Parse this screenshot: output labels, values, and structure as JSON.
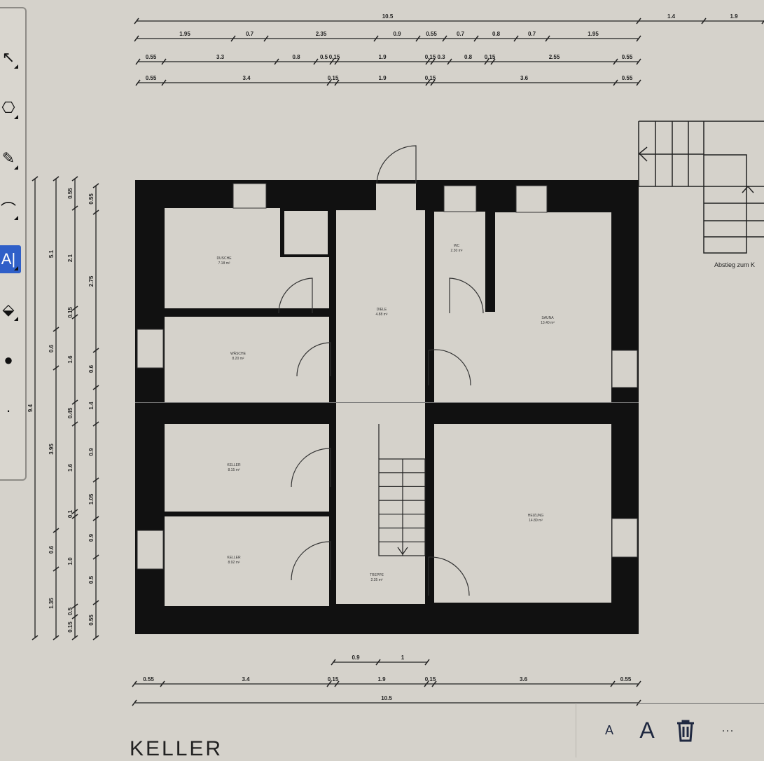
{
  "drawing": {
    "floor_title": "KELLER",
    "rooms": [
      {
        "name": "DUSCHE",
        "area": "7.18 m²"
      },
      {
        "name": "WÄSCHE",
        "area": "8.20 m²"
      },
      {
        "name": "DIELE",
        "area": "4.88 m²"
      },
      {
        "name": "WC",
        "area": "2.30 m²"
      },
      {
        "name": "SAUNA",
        "area": "13.40 m²"
      },
      {
        "name": "KELLER",
        "area": "8.15 m²"
      },
      {
        "name": "KELLER",
        "area": "8.92 m²"
      },
      {
        "name": "TREPPE",
        "area": "2.35 m²"
      },
      {
        "name": "HEIZUNG",
        "area": "14.80 m²"
      }
    ],
    "stair_note": "Abstieg zum K",
    "dimensions_top": [
      [
        "10.5",
        "1.4",
        "1.9"
      ],
      [
        "1.95",
        "0.7",
        "2.35",
        "0.9",
        "0.55",
        "0.7",
        "0.8",
        "0.7",
        "1.95"
      ],
      [
        "0.55",
        "3.3",
        "0.8",
        "0.5",
        "0.15",
        "1.9",
        "0.15",
        "0.3",
        "0.8",
        "0.15",
        "2.55",
        "0.55"
      ],
      [
        "0.55",
        "3.4",
        "0.15",
        "1.9",
        "0.15",
        "3.6",
        "0.55"
      ]
    ],
    "dimensions_left": [
      [
        "9.4"
      ],
      [
        "5.1",
        "0.6",
        "3.95",
        "0.6",
        "1.35"
      ],
      [
        "0.55",
        "2.1",
        "0.15",
        "1.6",
        "0.45",
        "1.6",
        "0.1",
        "1.0",
        "0.5",
        "0.15"
      ],
      [
        "0.55",
        "2.75",
        "0.6",
        "1.4",
        "0.9",
        "1.05",
        "0.9",
        "0.5",
        "0.55"
      ]
    ],
    "dimensions_bottom": [
      [
        "0.9",
        "1"
      ],
      [
        "0.55",
        "3.4",
        "0.15",
        "1.9",
        "0.15",
        "3.6",
        "0.55"
      ],
      [
        "10.5"
      ]
    ]
  },
  "toolbar": {
    "tools": [
      {
        "icon": "select-arrow-icon",
        "glyph": "↖"
      },
      {
        "icon": "shape-icon",
        "glyph": "⎔"
      },
      {
        "icon": "pen-icon",
        "glyph": "✎"
      },
      {
        "icon": "lasso-icon",
        "glyph": "⌒"
      },
      {
        "icon": "text-ai-icon",
        "glyph": "A|",
        "active": true
      },
      {
        "icon": "fill-icon",
        "glyph": "⬙"
      },
      {
        "icon": "color-dot-icon",
        "glyph": "●"
      },
      {
        "icon": "more-icon",
        "glyph": "·"
      }
    ]
  },
  "bottom_bar": {
    "decrease_font": "A",
    "increase_font": "A",
    "more": "···"
  },
  "colors": {
    "wall": "#111111",
    "background": "#d5d2cb",
    "accent": "#2f5fc8"
  }
}
